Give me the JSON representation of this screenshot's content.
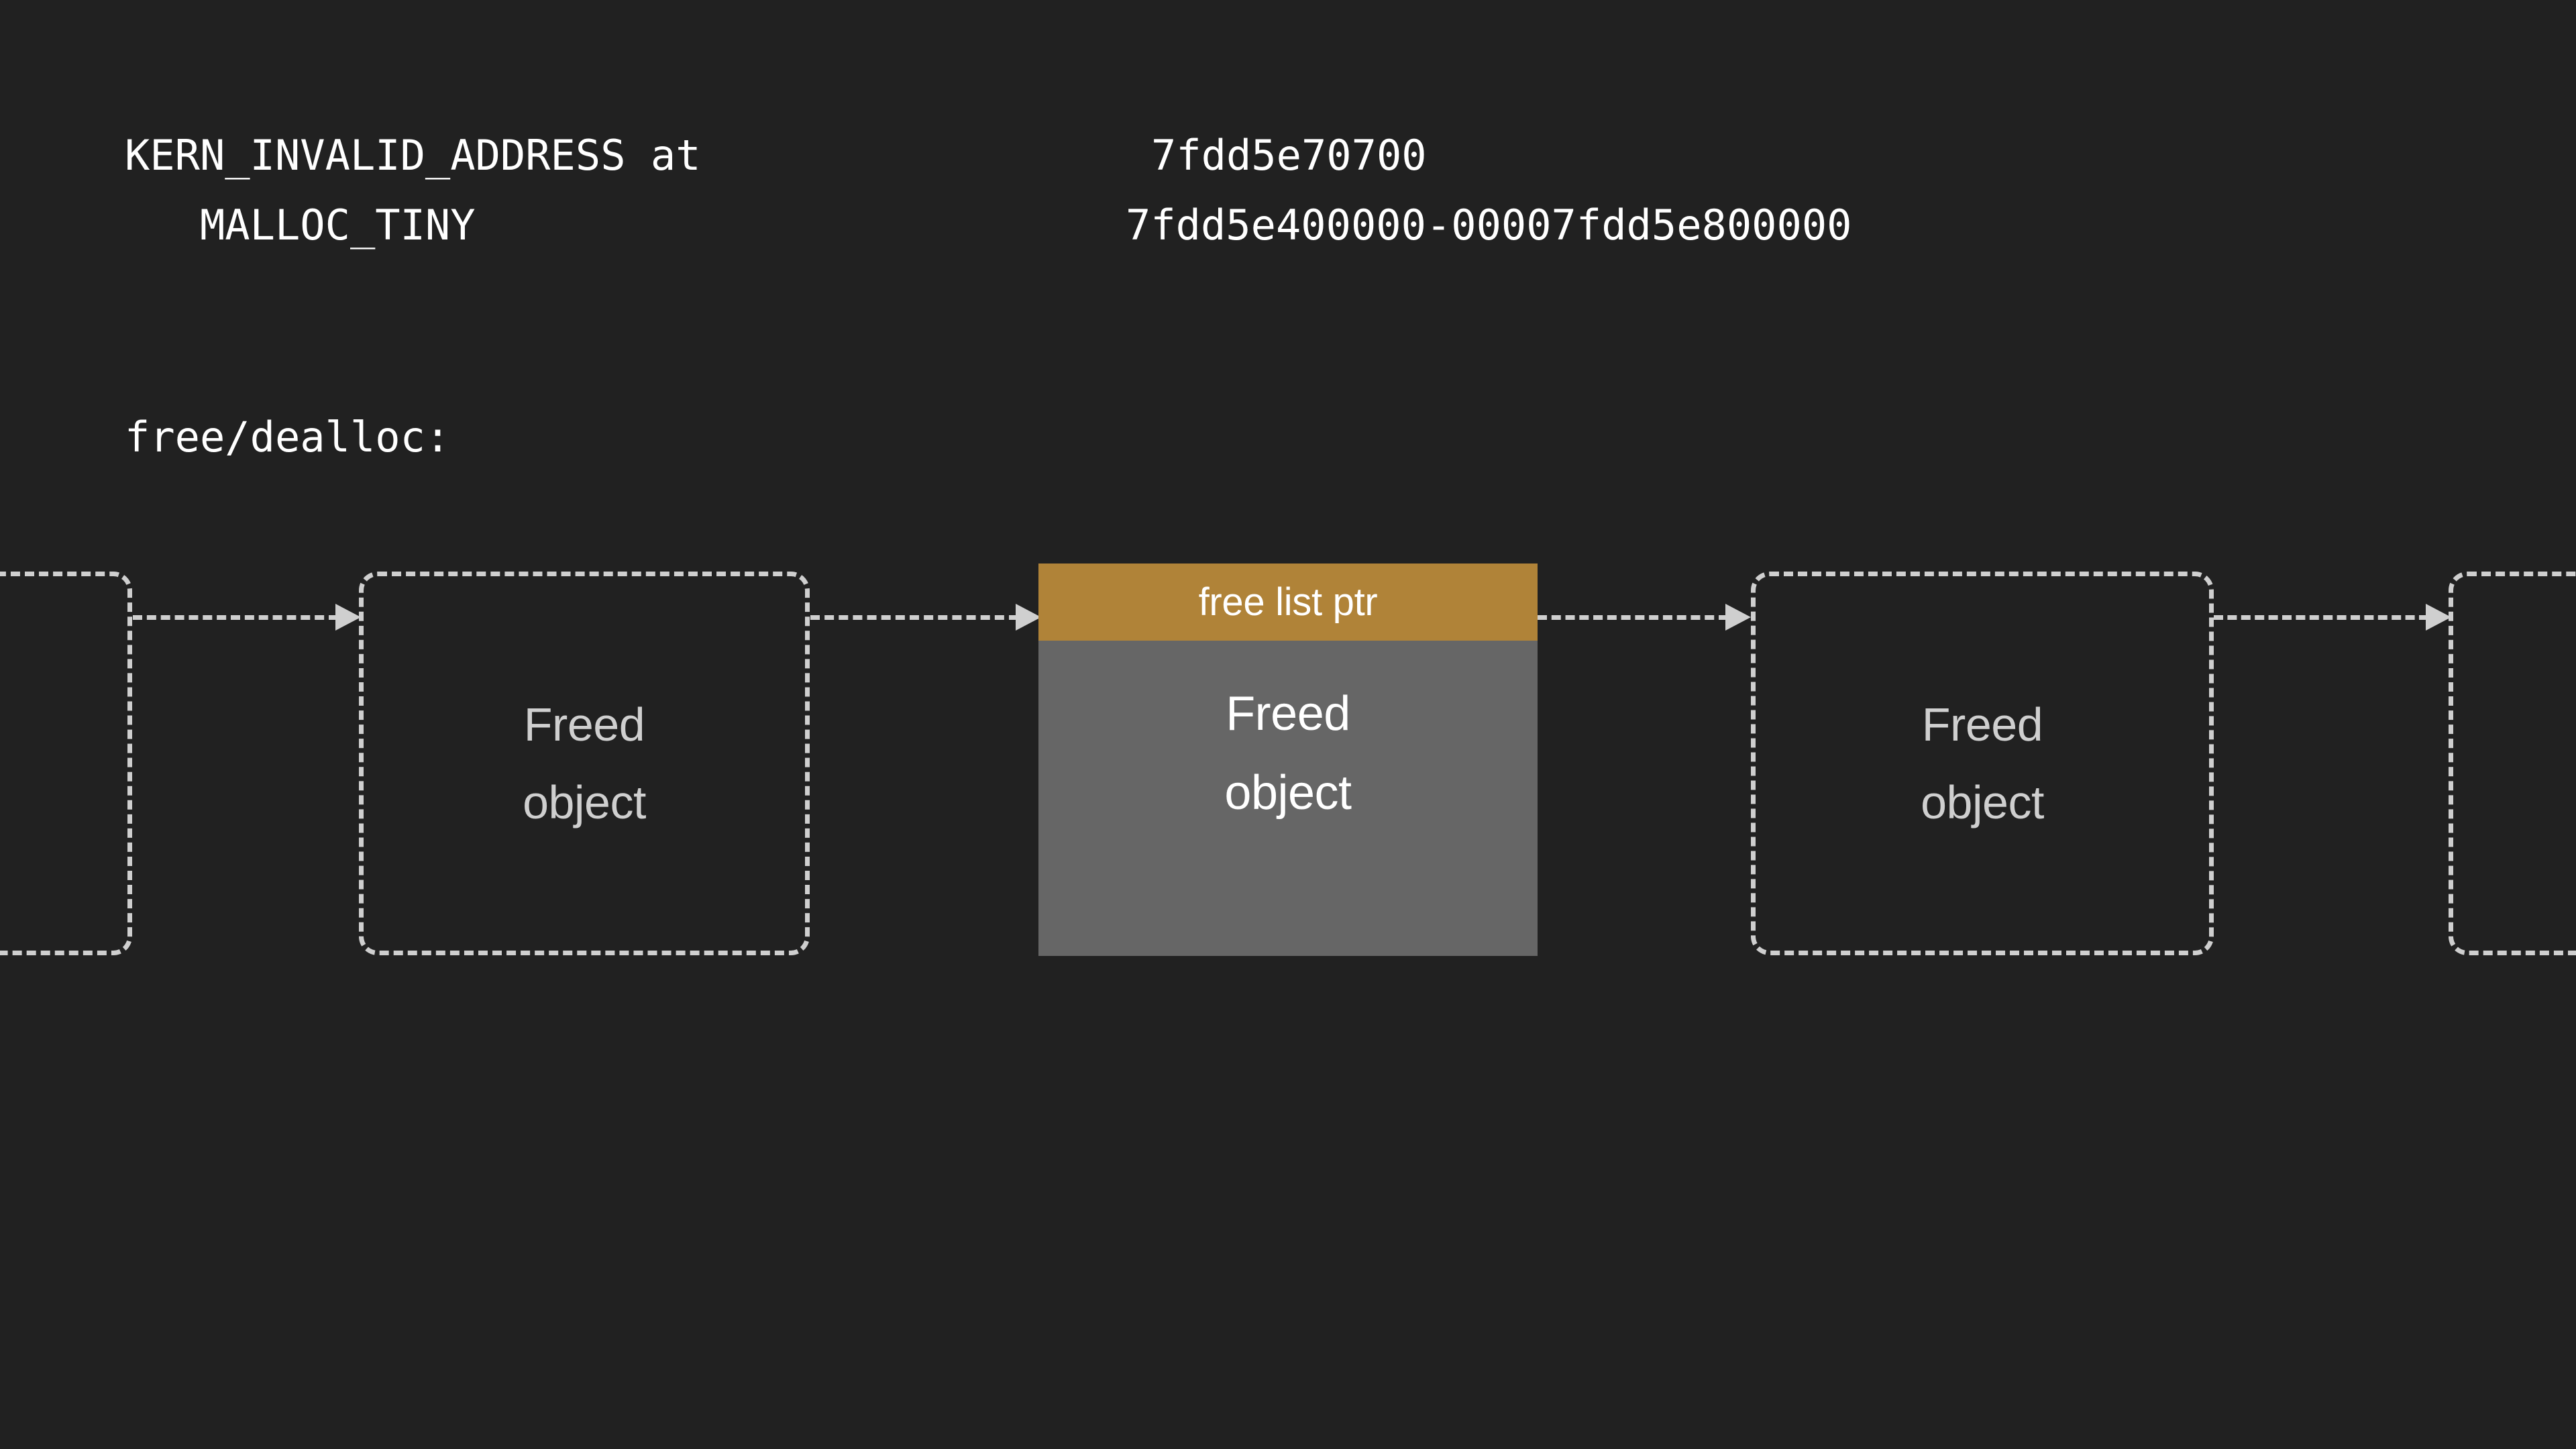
{
  "background_color": "#212121",
  "crash_report": {
    "line1": {
      "label": "KERN_INVALID_ADDRESS at",
      "value": "7fdd5e70700"
    },
    "line2": {
      "label": "   MALLOC_TINY",
      "value": "7fdd5e400000-00007fdd5e800000"
    }
  },
  "section": {
    "label": "free/dealloc:"
  },
  "freelist": {
    "highlight_header_color": "#b08338",
    "highlight_body_color": "#666666",
    "dash_color": "#cfcfcf",
    "nodes": [
      {
        "id": "node-0",
        "label": "",
        "style": "dashed",
        "clipped": "left"
      },
      {
        "id": "node-1",
        "label": "Freed\nobject",
        "style": "dashed",
        "clipped": "none"
      },
      {
        "id": "node-2",
        "header": "free list ptr",
        "label": "Freed\nobject",
        "style": "solid",
        "clipped": "none"
      },
      {
        "id": "node-3",
        "label": "Freed\nobject",
        "style": "dashed",
        "clipped": "none"
      },
      {
        "id": "node-4",
        "label": "",
        "style": "dashed",
        "clipped": "right"
      }
    ],
    "arrows": [
      {
        "id": "arrow-0",
        "from": "node-0",
        "to": "node-1"
      },
      {
        "id": "arrow-1",
        "from": "node-1",
        "to": "node-2"
      },
      {
        "id": "arrow-2",
        "from": "node-2",
        "to": "node-3"
      },
      {
        "id": "arrow-3",
        "from": "node-3",
        "to": "node-4"
      }
    ]
  }
}
